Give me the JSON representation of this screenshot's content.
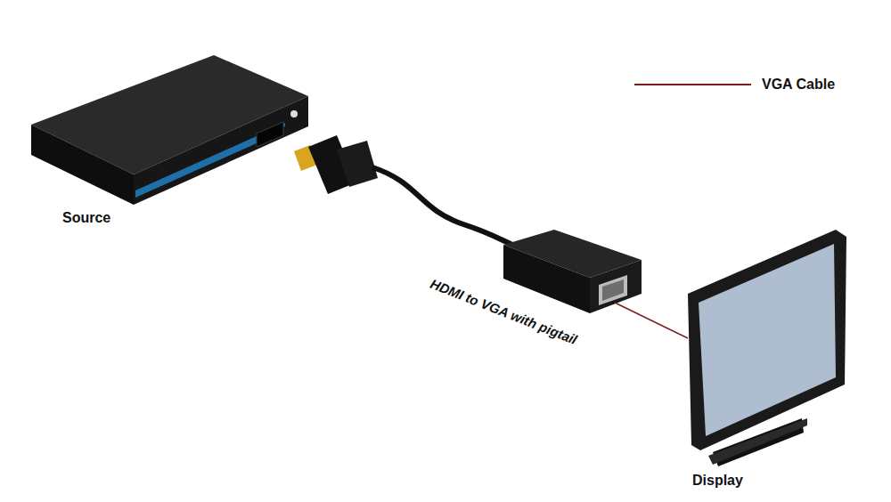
{
  "diagram": {
    "labels": [
      "Source",
      "HDMI to VGA with pigtail",
      "Display"
    ],
    "legend": [
      {
        "text": "VGA Cable"
      }
    ]
  }
}
